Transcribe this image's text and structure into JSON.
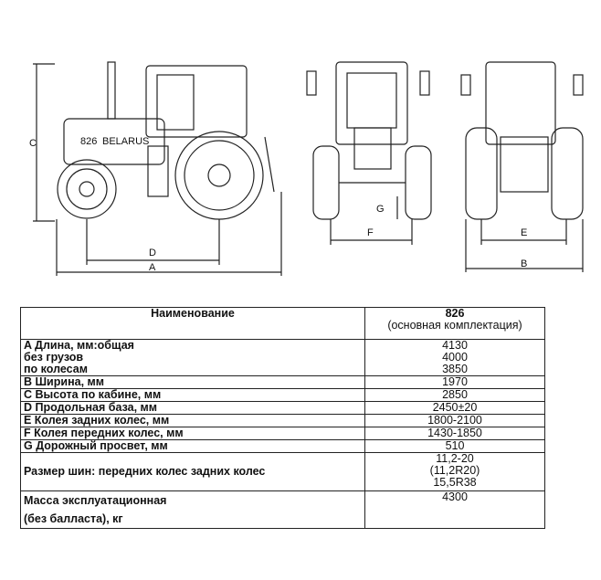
{
  "drawing": {
    "labels": {
      "A": "A",
      "B": "B",
      "C": "C",
      "D": "D",
      "E": "E",
      "F": "F",
      "G": "G"
    },
    "brand": "BELARUS",
    "model_badge": "826"
  },
  "table": {
    "header": {
      "name": "Наименование",
      "model": "826",
      "model_sub": "(основная комплектация)"
    },
    "rows": [
      {
        "name_lines": [
          "A   Длина, мм:общая",
          "без грузов",
          "по колесам"
        ],
        "value_lines": [
          "4130",
          "4000",
          "3850"
        ]
      },
      {
        "name_lines": [
          "B   Ширина, мм"
        ],
        "value_lines": [
          "1970"
        ]
      },
      {
        "name_lines": [
          "C   Высота по кабине, мм"
        ],
        "value_lines": [
          "2850"
        ]
      },
      {
        "name_lines": [
          "D   Продольная база, мм"
        ],
        "value_lines": [
          "2450±20"
        ]
      },
      {
        "name_lines": [
          "E   Колея задних колес, мм"
        ],
        "value_lines": [
          "1800-2100"
        ]
      },
      {
        "name_lines": [
          "F   Колея передних колес, мм"
        ],
        "value_lines": [
          "1430-1850"
        ]
      },
      {
        "name_lines": [
          "G  Дорожный просвет, мм"
        ],
        "value_lines": [
          "510"
        ]
      },
      {
        "name_lines": [
          "Размер шин: передних колес задних колес"
        ],
        "value_lines": [
          "11,2-20",
          "(11,2R20)",
          "15,5R38"
        ]
      },
      {
        "name_lines": [
          "Масса эксплуатационная",
          "(без балласта), кг"
        ],
        "value_lines": [
          "4300"
        ]
      }
    ]
  }
}
